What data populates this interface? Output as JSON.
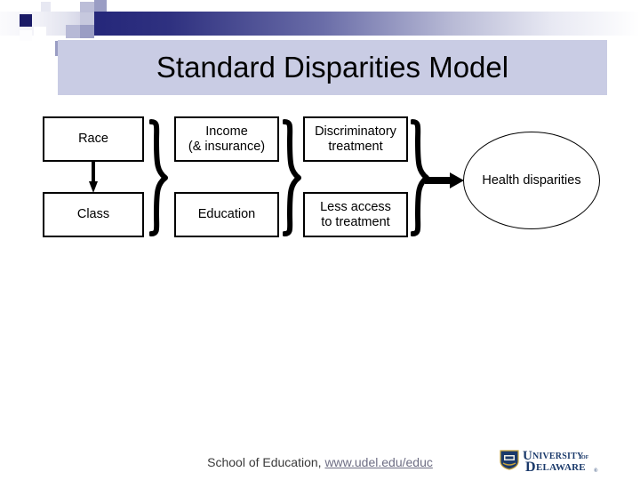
{
  "slide": {
    "title": "Standard Disparities Model",
    "title_band_color": "#c9cce4",
    "accent_color": "#25277a",
    "background_color": "#ffffff"
  },
  "diagram": {
    "type": "flow-diagram",
    "nodes": [
      {
        "id": "race",
        "label": "Race",
        "shape": "rectangle",
        "column": 1,
        "row": 1
      },
      {
        "id": "class",
        "label": "Class",
        "shape": "rectangle",
        "column": 1,
        "row": 2
      },
      {
        "id": "income",
        "label": "Income\n(& insurance)",
        "line1": "Income",
        "line2": "(& insurance)",
        "shape": "rectangle",
        "column": 2,
        "row": 1
      },
      {
        "id": "education",
        "label": "Education",
        "shape": "rectangle",
        "column": 2,
        "row": 2
      },
      {
        "id": "discrim",
        "label": "Discriminatory treatment",
        "line1": "Discriminatory",
        "line2": "treatment",
        "shape": "rectangle",
        "column": 3,
        "row": 1
      },
      {
        "id": "lessaccess",
        "label": "Less access to treatment",
        "line1": "Less access",
        "line2": "to treatment",
        "shape": "rectangle",
        "column": 3,
        "row": 2
      },
      {
        "id": "health",
        "label": "Health disparities",
        "shape": "ellipse",
        "column": 4,
        "row": 1
      }
    ],
    "connectors": [
      {
        "id": "race-to-class",
        "type": "arrow-down",
        "from": "race",
        "to": "class"
      },
      {
        "id": "brace-1",
        "type": "curly-brace",
        "groups": [
          "race",
          "class"
        ]
      },
      {
        "id": "brace-2",
        "type": "curly-brace",
        "groups": [
          "income",
          "education"
        ]
      },
      {
        "id": "brace-3",
        "type": "curly-brace",
        "groups": [
          "discrim",
          "lessaccess"
        ]
      },
      {
        "id": "brace-to-health",
        "type": "arrow-right",
        "from": "brace-3",
        "to": "health"
      }
    ]
  },
  "footer": {
    "text": "School of Education, ",
    "url": "www.udel.edu/educ"
  },
  "logo": {
    "line1": "UNIVERSITY",
    "of": "OF",
    "line2": "DELAWARE",
    "shield_color": "#1b3a6b",
    "accent_color": "#c8a43c"
  },
  "icons": {
    "brace": "curly-brace-icon",
    "arrow_down": "arrow-down-icon",
    "arrow_right": "arrow-right-icon",
    "shield": "shield-icon"
  }
}
